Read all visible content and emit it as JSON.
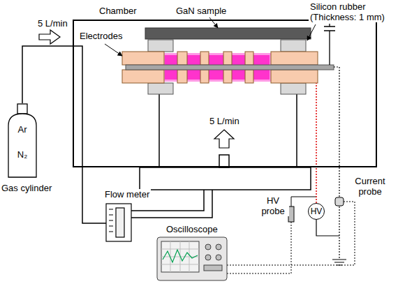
{
  "diagram": {
    "nodes": [
      {
        "text": [
          "Chamber"
        ]
      },
      {
        "text": [
          "Ar",
          "N₂",
          "Gas cylinder"
        ]
      },
      {
        "text": [
          "HV"
        ]
      }
    ],
    "edges": [
      {
        "from": 1,
        "to": 0,
        "arrow": "none"
      },
      {
        "from": 2,
        "to": 0,
        "arrow": "none"
      }
    ],
    "labels": [
      "5 L/min",
      "Electrodes",
      "GaN sample",
      "Silicon rubber (Thickness: 1 mm)",
      "5 L/min",
      "Flow meter",
      "HV probe",
      "Current probe",
      "Oscilloscope"
    ]
  }
}
